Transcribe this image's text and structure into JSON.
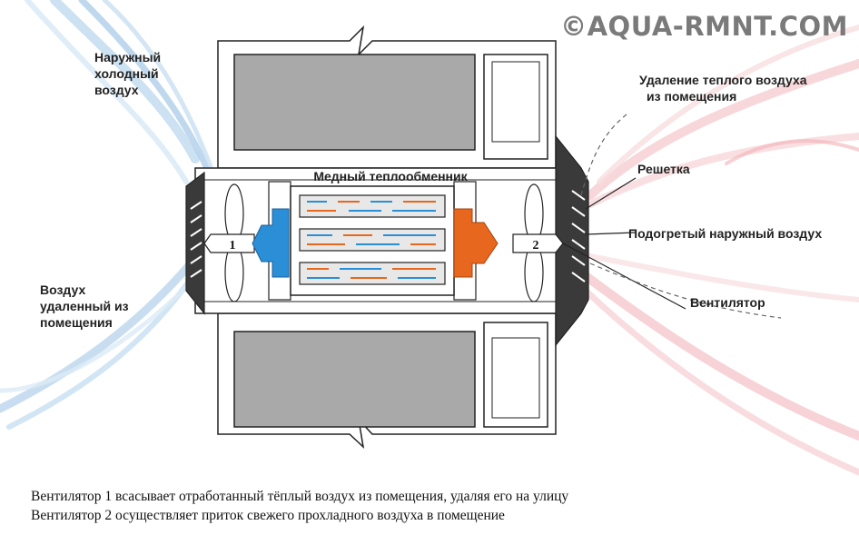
{
  "watermark": "©AQUA-RMNT.COM",
  "labels": {
    "outside_cold_air": [
      "Наружный",
      "холодный",
      "воздух"
    ],
    "exhaust_warm_air": [
      "Удаление теплого воздуха",
      "из помещения"
    ],
    "grille": "Решетка",
    "heated_outside_air": "Подогретый наружный воздух",
    "fan": "Вентилятор",
    "room_air_removed": [
      "Воздух",
      "удаленный из",
      "помещения"
    ],
    "heat_exchanger": "Медный теплообменник",
    "fan1_number": "1",
    "fan2_number": "2"
  },
  "caption": {
    "line1": "Вентилятор 1 всасывает отработанный тёплый воздух из помещения, удаляя его на улицу",
    "line2": "Вентилятор 2 осуществляет приток свежего прохладного воздуха в помещение"
  },
  "colors": {
    "cold_arrow": "#2a8fd6",
    "warm_arrow": "#e8671f",
    "wall_fill": "#a9a9a9",
    "duct_fill": "#ffffff",
    "outline": "#222222",
    "cold_stream": "#9fc7e6",
    "warm_stream": "#f1b8bd"
  }
}
